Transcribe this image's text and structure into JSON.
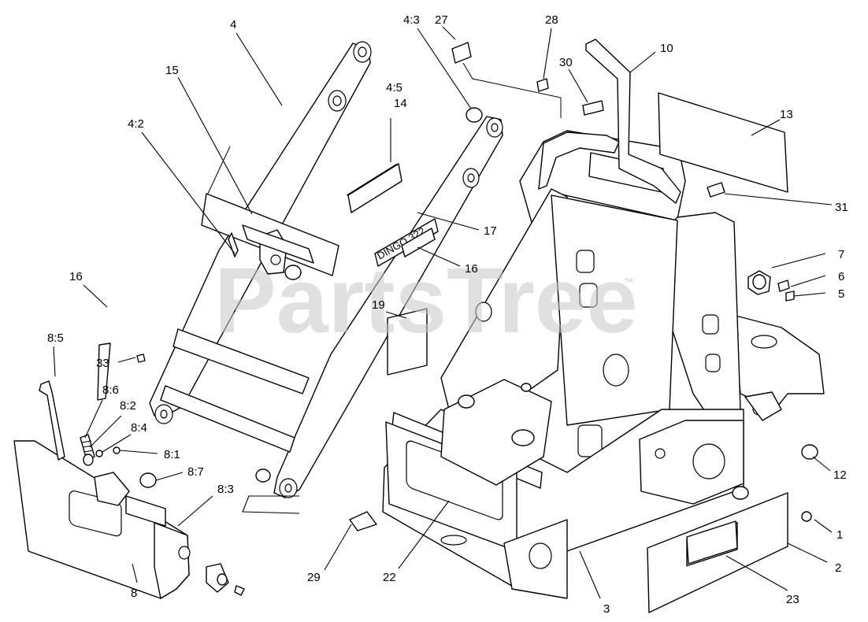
{
  "diagram": {
    "watermark": "PartsTree",
    "watermark_mark": "™",
    "decal_text": "DINGO 322",
    "callouts": [
      {
        "id": "c4",
        "label": "4"
      },
      {
        "id": "c15",
        "label": "15"
      },
      {
        "id": "c4-2",
        "label": "4:2"
      },
      {
        "id": "c4-3",
        "label": "4:3"
      },
      {
        "id": "c27",
        "label": "27"
      },
      {
        "id": "c28",
        "label": "28"
      },
      {
        "id": "c30",
        "label": "30"
      },
      {
        "id": "c10",
        "label": "10"
      },
      {
        "id": "c13",
        "label": "13"
      },
      {
        "id": "c4-5",
        "label": "4:5"
      },
      {
        "id": "c14",
        "label": "14"
      },
      {
        "id": "c31",
        "label": "31"
      },
      {
        "id": "c17",
        "label": "17"
      },
      {
        "id": "c7",
        "label": "7"
      },
      {
        "id": "c16a",
        "label": "16"
      },
      {
        "id": "c16b",
        "label": "16"
      },
      {
        "id": "c6",
        "label": "6"
      },
      {
        "id": "c5",
        "label": "5"
      },
      {
        "id": "c19",
        "label": "19"
      },
      {
        "id": "c8-5",
        "label": "8:5"
      },
      {
        "id": "c33",
        "label": "33"
      },
      {
        "id": "c8-6",
        "label": "8:6"
      },
      {
        "id": "c8-2",
        "label": "8:2"
      },
      {
        "id": "c8-4",
        "label": "8:4"
      },
      {
        "id": "c8-1",
        "label": "8:1"
      },
      {
        "id": "c8-7",
        "label": "8:7"
      },
      {
        "id": "c12",
        "label": "12"
      },
      {
        "id": "c8-3",
        "label": "8:3"
      },
      {
        "id": "c1",
        "label": "1"
      },
      {
        "id": "c2",
        "label": "2"
      },
      {
        "id": "c8",
        "label": "8"
      },
      {
        "id": "c29",
        "label": "29"
      },
      {
        "id": "c22",
        "label": "22"
      },
      {
        "id": "c23",
        "label": "23"
      },
      {
        "id": "c3",
        "label": "3"
      }
    ]
  }
}
